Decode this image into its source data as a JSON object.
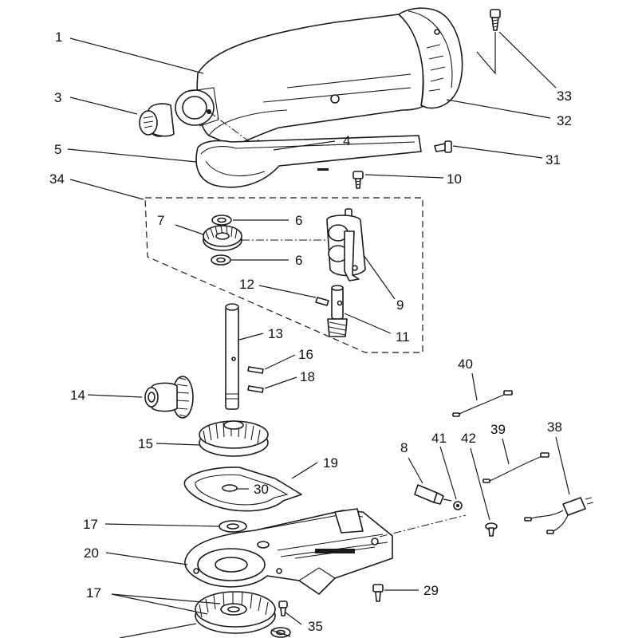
{
  "callouts": {
    "c1": "1",
    "c3": "3",
    "c5": "5",
    "c4": "4",
    "c33": "33",
    "c32": "32",
    "c31": "31",
    "c34": "34",
    "c10": "10",
    "c7": "7",
    "c6a": "6",
    "c6b": "6",
    "c9": "9",
    "c12": "12",
    "c11": "11",
    "c13": "13",
    "c16": "16",
    "c18": "18",
    "c14": "14",
    "c15": "15",
    "c19": "19",
    "c30": "30",
    "c17a": "17",
    "c17b": "17",
    "c20": "20",
    "c29": "29",
    "c35": "35",
    "c40": "40",
    "c39": "39",
    "c38": "38",
    "c8": "8",
    "c41": "41",
    "c42": "42"
  }
}
